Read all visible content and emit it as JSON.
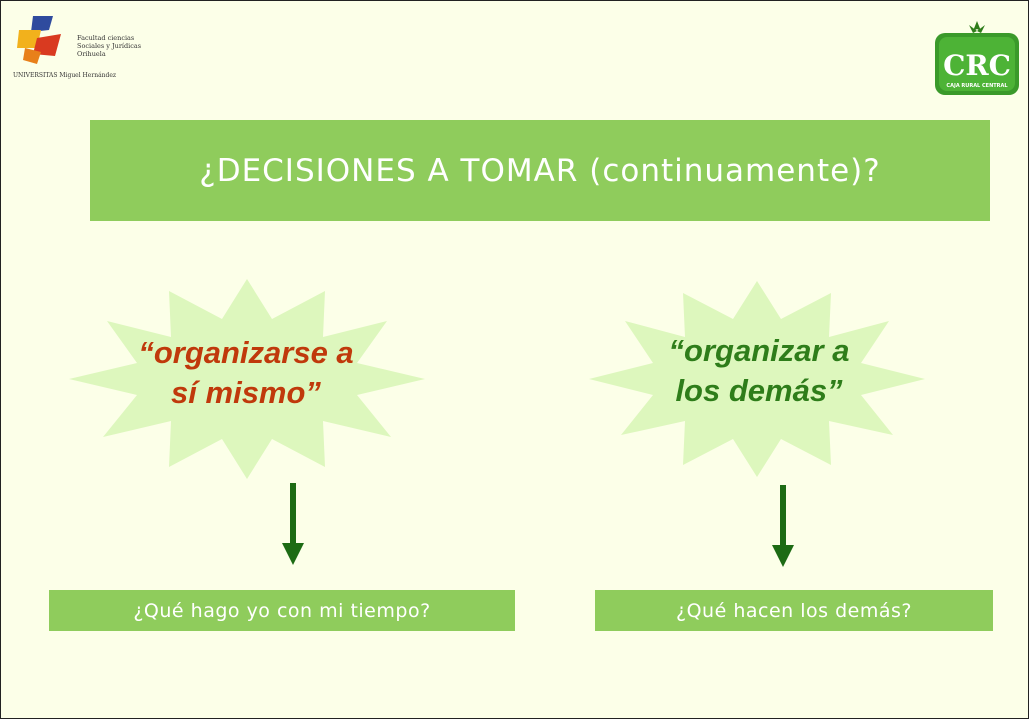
{
  "logos": {
    "left": {
      "line1": "Facultad ciencias",
      "line2": "Sociales y Jurídicas",
      "line3": "Orihuela",
      "university": "UNIVERSITAS Miguel Hernández"
    },
    "right": {
      "brand": "CRC",
      "subtitle": "CAJA RURAL CENTRAL"
    }
  },
  "title": "¿DECISIONES A TOMAR (continuamente)?",
  "left_burst": {
    "line1": "“organizarse a",
    "line2": "sí mismo”",
    "text_color": "#c0390b"
  },
  "right_burst": {
    "line1": "“organizar a",
    "line2": "los demás”",
    "text_color": "#2e7d1a"
  },
  "left_question": "¿Qué hago yo con mi tiempo?",
  "right_question": "¿Qué hacen los demás?",
  "colors": {
    "background": "#fcffe8",
    "box": "#8fcc5c",
    "burst_fill": "#ddf7bd",
    "arrow": "#1d6b14"
  }
}
